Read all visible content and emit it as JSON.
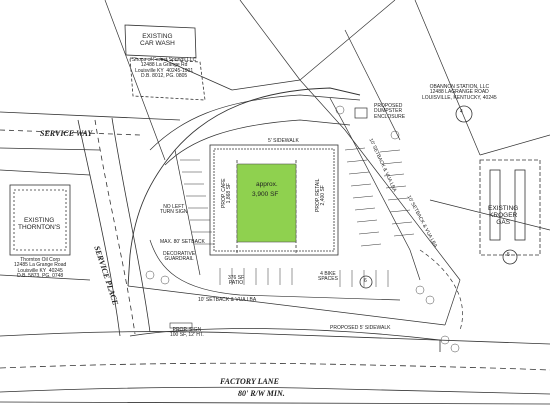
{
  "labels": {
    "carwash_title": "EXISTING\nCAR WASH",
    "carwash_owner": "Shops of Forest Springs LLC\n12488 La Grange Rd\nLouisville KY  40245-1901\nD.B. 8012, PG. 0805",
    "obannon_owner": "OBANNON STATION, LLC\n12488 LAGRANGE ROAD\nLOUISVILLE, KENTUCKY, 40245",
    "service_way": "SERVICE WAY",
    "service_place": "SERVICE PLACE",
    "thorntons_title": "EXISTING\nTHORNTON'S",
    "thorntons_owner": "Thornton Oil Corp\n12485 La Grange Road\nLouisville KY  40245\nD.B. 5873, PG. 0748",
    "kroger_title": "EXISTING\nKROGER\nGAS",
    "factory_lane": "FACTORY LANE",
    "row": "80' R/W MIN.",
    "approx_line1": "approx.",
    "approx_line2": "3,900 SF",
    "prop_cafe": "PROP. CAFE\n1,868 SF",
    "prop_retail": "PROP. RETAIL\n2,400 SF",
    "no_left_turn": "NO LEFT\nTURN SIGN",
    "mail_setback": "MAX. 80' SETBACK",
    "decorative_guardrail": "DECORATIVE\nGUARDRAIL",
    "patio": "376 SF\nPATIO",
    "bike_spaces": "4 BIKE\nSPACES",
    "dumpster": "PROPOSED\nDUMPSTER\nENCLOSURE",
    "setback_vua_bottom": "10' SETBACK & VUA LBA",
    "setback_vua_right": "10' SETBACK & VUA LBA",
    "setback_vua_right2": "10' SETBACK & VUA LBA",
    "sidewalk_bottom": "PROPOSED 5' SIDEWALK",
    "prop_sign": "PROP. SIGN\n100 SF, 12' HT.",
    "sidewalk_top": "5' SIDEWALK",
    "lot_4": "4",
    "lot_5": "5",
    "lot_6": "6"
  },
  "colors": {
    "building_fill": "#8fd14f",
    "line": "#333333"
  }
}
